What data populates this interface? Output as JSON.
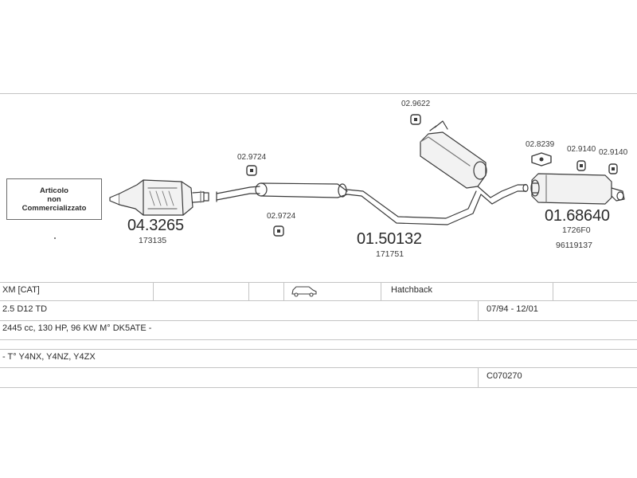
{
  "notice": {
    "line1": "Articolo",
    "line2": "non",
    "line3": "Commercializzato"
  },
  "parts": {
    "catalyst": {
      "code": "04.3265",
      "ref": "173135"
    },
    "middle_pipe": {
      "code": "01.50132",
      "ref": "171751"
    },
    "rear_silencer": {
      "code": "01.68640",
      "ref1": "1726F0",
      "ref2": "96119137"
    },
    "hanger_mid_top": {
      "code": "02.9724"
    },
    "hanger_mid_bottom": {
      "code": "02.9724"
    },
    "hanger_center": {
      "code": "02.9622"
    },
    "hanger_rear_1": {
      "code": "02.8239"
    },
    "hanger_rear_2": {
      "code": "02.9140"
    },
    "hanger_rear_3": {
      "code": "02.9140"
    }
  },
  "table": {
    "model": "XM  [CAT]",
    "body": "Hatchback",
    "engine": "2.5 D12 TD",
    "period": "07/94 - 12/01",
    "spec": "2445 cc, 130 HP, 96 KW M° DK5ATE -",
    "types": "- T° Y4NX, Y4NZ, Y4ZX",
    "catalog_code": "C070270"
  },
  "icons": {
    "vehicle": "car-side-icon"
  }
}
